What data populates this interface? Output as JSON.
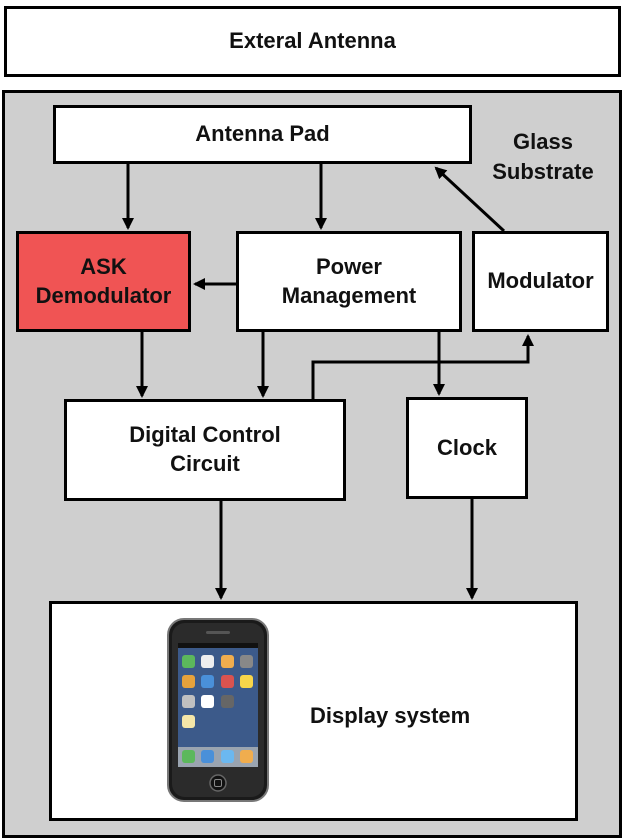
{
  "diagram": {
    "external_antenna": "Exteral Antenna",
    "glass_substrate": "Glass\nSubstrate",
    "antenna_pad": "Antenna Pad",
    "ask_demodulator": "ASK\nDemodulator",
    "power_management": "Power\nManagement",
    "modulator": "Modulator",
    "digital_control": "Digital Control\nCircuit",
    "clock": "Clock",
    "display_system": "Display system"
  },
  "phone_icon": "smartphone-icon",
  "colors": {
    "substrate": "#cfcfcf",
    "ask_demodulator": "#f05454",
    "line": "#000000"
  }
}
